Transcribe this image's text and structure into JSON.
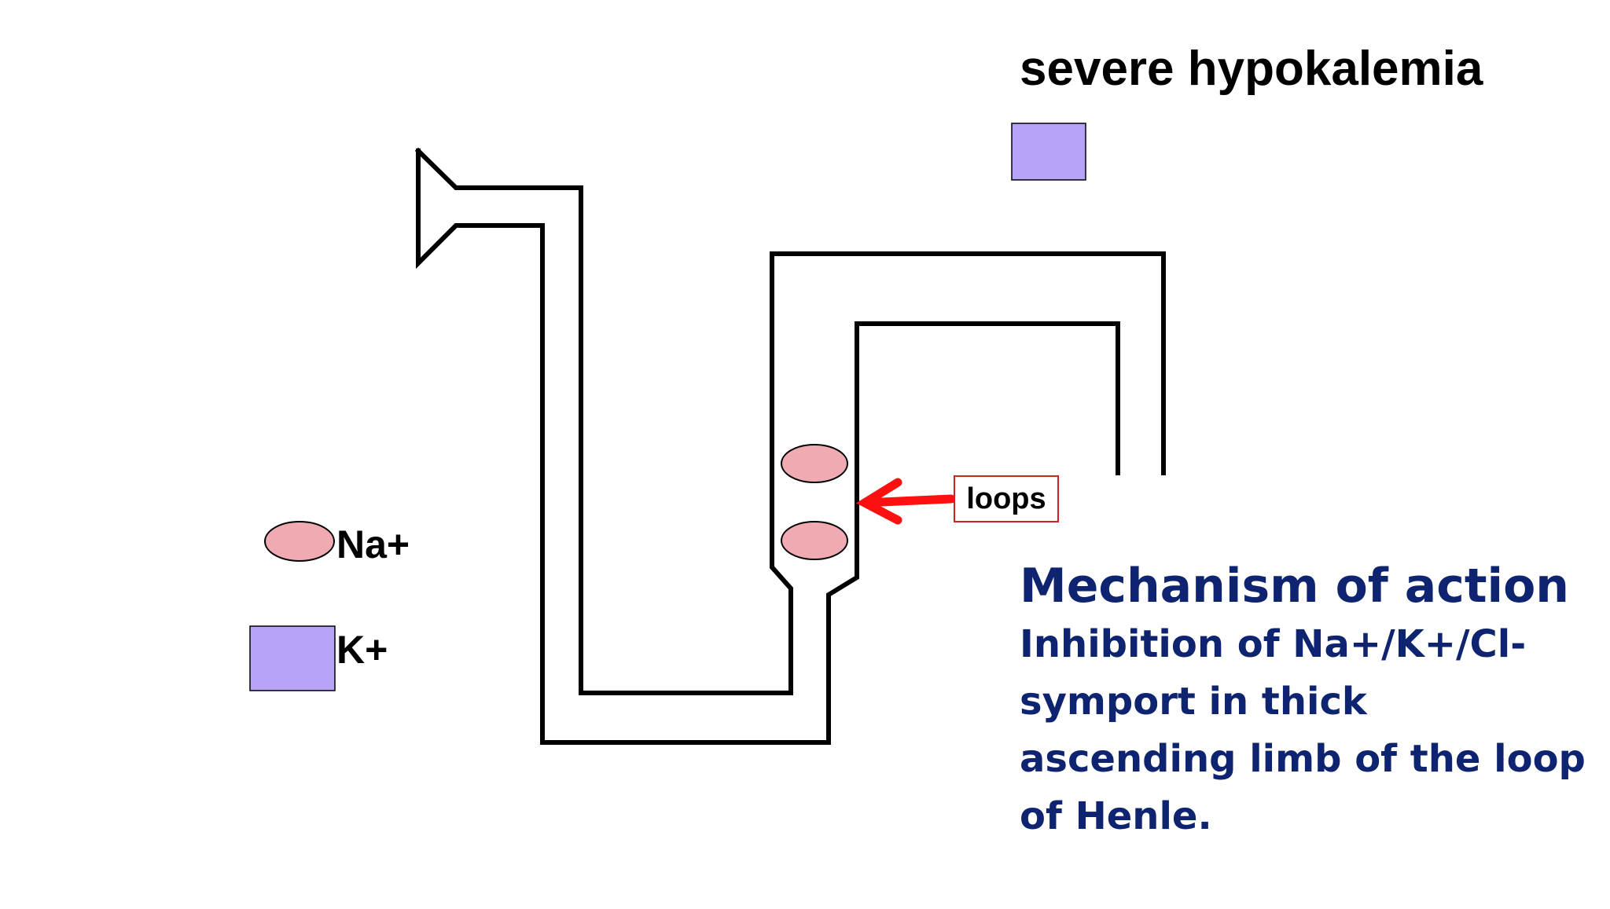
{
  "diagram": {
    "heading": "severe hypokalemia",
    "legend": [
      {
        "symbol": "ellipse",
        "label": "Na+",
        "color": "#f0aab2"
      },
      {
        "symbol": "square",
        "label": "K+",
        "color": "#b8a4f6"
      }
    ],
    "callout": {
      "label": "loops",
      "arrow_color": "#ff1010"
    },
    "mechanism": {
      "title": "Mechanism of action",
      "body": "Inhibition of Na+/K+/Cl- symport in thick ascending limb of the loop of Henle."
    },
    "colors": {
      "outline": "#000000",
      "text_blue": "#0e2470",
      "callout_border": "#cc2222"
    }
  }
}
